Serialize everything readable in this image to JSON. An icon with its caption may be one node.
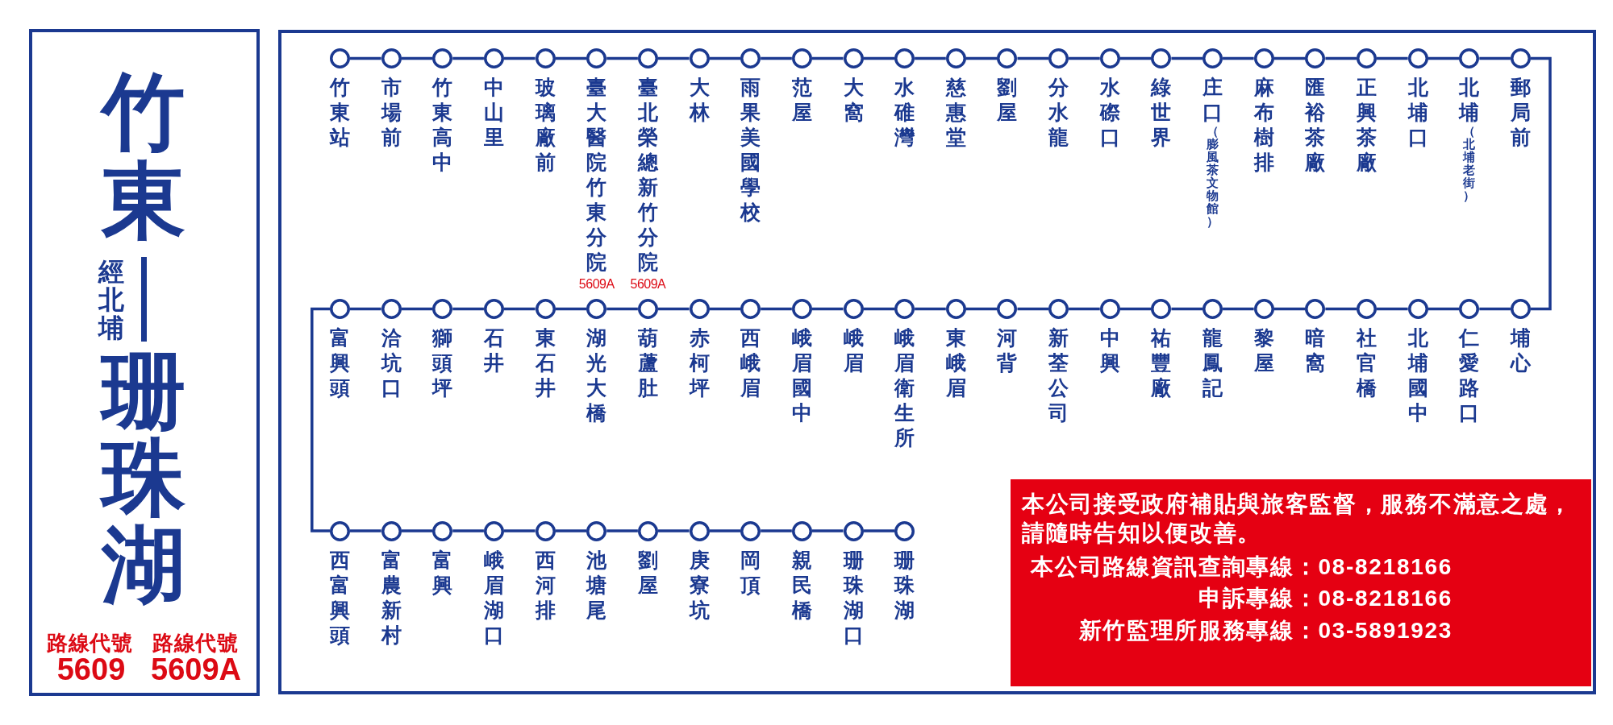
{
  "diagram": {
    "nodes": [
      {
        "text": [
          "竹東",
          "經北埔",
          "珊珠湖",
          "路線代號",
          "5609",
          "路線代號",
          "5609A"
        ]
      },
      {
        "text": [],
        "shape": "box"
      },
      {
        "text": [
          "竹東站"
        ],
        "in": 1
      },
      {
        "text": [
          "市場前"
        ],
        "in": 1
      },
      {
        "text": [
          "竹東高中"
        ],
        "in": 1
      },
      {
        "text": [
          "中山里"
        ],
        "in": 1
      },
      {
        "text": [
          "玻璃廠前"
        ],
        "in": 1
      },
      {
        "text": [
          "臺大醫院竹東分院"
        ],
        "in": 1
      },
      {
        "text": [
          "臺北榮總新竹分院"
        ],
        "in": 1
      },
      {
        "text": [
          "大林"
        ],
        "in": 1
      },
      {
        "text": [
          "雨果美國學校"
        ],
        "in": 1
      },
      {
        "text": [
          "范屋"
        ],
        "in": 1
      },
      {
        "text": [
          "大窩"
        ],
        "in": 1
      },
      {
        "text": [
          "水碓灣"
        ],
        "in": 1
      },
      {
        "text": [
          "慈惠堂"
        ],
        "in": 1
      },
      {
        "text": [
          "劉屋"
        ],
        "in": 1
      },
      {
        "text": [
          "分水龍"
        ],
        "in": 1
      },
      {
        "text": [
          "水磜口"
        ],
        "in": 1
      },
      {
        "text": [
          "綠世界"
        ],
        "in": 1
      },
      {
        "text": [
          "庄口",
          "（膨風茶文物館）"
        ],
        "in": 1
      },
      {
        "text": [
          "麻布樹排"
        ],
        "in": 1
      },
      {
        "text": [
          "匯裕茶廠"
        ],
        "in": 1
      },
      {
        "text": [
          "正興茶廠"
        ],
        "in": 1
      },
      {
        "text": [
          "北埔口"
        ],
        "in": 1
      },
      {
        "text": [
          "北埔",
          "（北埔老街）"
        ],
        "in": 1
      },
      {
        "text": [
          "郵局前"
        ],
        "in": 1
      },
      {
        "text": [
          "埔心"
        ],
        "in": 1
      },
      {
        "text": [
          "仁愛路口"
        ],
        "in": 1
      },
      {
        "text": [
          "北埔國中"
        ],
        "in": 1
      },
      {
        "text": [
          "社官橋"
        ],
        "in": 1
      },
      {
        "text": [
          "暗窩"
        ],
        "in": 1
      },
      {
        "text": [
          "黎屋"
        ],
        "in": 1
      },
      {
        "text": [
          "龍鳳記"
        ],
        "in": 1
      },
      {
        "text": [
          "祐豐廠"
        ],
        "in": 1
      },
      {
        "text": [
          "中興"
        ],
        "in": 1
      },
      {
        "text": [
          "新荃公司"
        ],
        "in": 1
      },
      {
        "text": [
          "河背"
        ],
        "in": 1
      },
      {
        "text": [
          "東峨眉"
        ],
        "in": 1
      },
      {
        "text": [
          "峨眉衛生所"
        ],
        "in": 1
      },
      {
        "text": [
          "峨眉"
        ],
        "in": 1
      },
      {
        "text": [
          "峨眉國中"
        ],
        "in": 1
      },
      {
        "text": [
          "西峨眉"
        ],
        "in": 1
      },
      {
        "text": [
          "赤柯坪"
        ],
        "in": 1
      },
      {
        "text": [
          "葫蘆肚"
        ],
        "in": 1
      },
      {
        "text": [
          "湖光大橋"
        ],
        "in": 1
      },
      {
        "text": [
          "東石井"
        ],
        "in": 1
      },
      {
        "text": [
          "石井"
        ],
        "in": 1
      },
      {
        "text": [
          "獅頭坪"
        ],
        "in": 1
      },
      {
        "text": [
          "洽坑口"
        ],
        "in": 1
      },
      {
        "text": [
          "富興頭"
        ],
        "in": 1
      },
      {
        "text": [
          "西富興頭"
        ],
        "in": 1
      },
      {
        "text": [
          "富農新村"
        ],
        "in": 1
      },
      {
        "text": [
          "富興"
        ],
        "in": 1
      },
      {
        "text": [
          "峨眉湖口"
        ],
        "in": 1
      },
      {
        "text": [
          "西河排"
        ],
        "in": 1
      },
      {
        "text": [
          "池塘尾"
        ],
        "in": 1
      },
      {
        "text": [
          "劉屋"
        ],
        "in": 1
      },
      {
        "text": [
          "庚寮坑"
        ],
        "in": 1
      },
      {
        "text": [
          "岡頂"
        ],
        "in": 1
      },
      {
        "text": [
          "親民橋"
        ],
        "in": 1
      },
      {
        "text": [
          "珊珠湖口"
        ],
        "in": 1
      },
      {
        "text": [
          "珊珠湖"
        ],
        "in": 1
      },
      {
        "text": [
          "本公司接受政府補貼與旅客監督，服務不滿意之處，請隨時告知以便改善。",
          "本公司路線資訊查詢專線：08-8218166",
          "申訴專線：08-8218166",
          "新竹監理所服務專線：03-5891923"
        ],
        "in": 1
      }
    ],
    "edges": [
      {
        "from": 2,
        "to": 3,
        "arrow": "none"
      },
      {
        "from": 3,
        "to": 4,
        "arrow": "none"
      },
      {
        "from": 4,
        "to": 5,
        "arrow": "none"
      },
      {
        "from": 5,
        "to": 6,
        "arrow": "none"
      },
      {
        "from": 6,
        "to": 7,
        "arrow": "none"
      },
      {
        "from": 7,
        "to": 8,
        "arrow": "none"
      },
      {
        "from": 8,
        "to": 9,
        "arrow": "none"
      },
      {
        "from": 9,
        "to": 10,
        "arrow": "none"
      },
      {
        "from": 10,
        "to": 11,
        "arrow": "none"
      },
      {
        "from": 11,
        "to": 12,
        "arrow": "none"
      },
      {
        "from": 12,
        "to": 13,
        "arrow": "none"
      },
      {
        "from": 13,
        "to": 14,
        "arrow": "none"
      },
      {
        "from": 14,
        "to": 15,
        "arrow": "none"
      },
      {
        "from": 15,
        "to": 16,
        "arrow": "none"
      },
      {
        "from": 16,
        "to": 17,
        "arrow": "none"
      },
      {
        "from": 17,
        "to": 18,
        "arrow": "none"
      },
      {
        "from": 18,
        "to": 19,
        "arrow": "none"
      },
      {
        "from": 19,
        "to": 20,
        "arrow": "none"
      },
      {
        "from": 20,
        "to": 21,
        "arrow": "none"
      },
      {
        "from": 21,
        "to": 22,
        "arrow": "none"
      },
      {
        "from": 22,
        "to": 23,
        "arrow": "none"
      },
      {
        "from": 23,
        "to": 24,
        "arrow": "none"
      },
      {
        "from": 24,
        "to": 25,
        "arrow": "none"
      },
      {
        "from": 25,
        "to": 26,
        "arrow": "none"
      },
      {
        "from": 26,
        "to": 27,
        "arrow": "none"
      },
      {
        "from": 27,
        "to": 28,
        "arrow": "none"
      },
      {
        "from": 28,
        "to": 29,
        "arrow": "none"
      },
      {
        "from": 29,
        "to": 30,
        "arrow": "none"
      },
      {
        "from": 30,
        "to": 31,
        "arrow": "none"
      },
      {
        "from": 31,
        "to": 32,
        "arrow": "none"
      },
      {
        "from": 32,
        "to": 33,
        "arrow": "none"
      },
      {
        "from": 33,
        "to": 34,
        "arrow": "none"
      },
      {
        "from": 34,
        "to": 35,
        "arrow": "none"
      },
      {
        "from": 35,
        "to": 36,
        "arrow": "none"
      },
      {
        "from": 36,
        "to": 37,
        "arrow": "none"
      },
      {
        "from": 37,
        "to": 38,
        "arrow": "none"
      },
      {
        "from": 38,
        "to": 39,
        "arrow": "none"
      },
      {
        "from": 39,
        "to": 40,
        "arrow": "none"
      },
      {
        "from": 40,
        "to": 41,
        "arrow": "none"
      },
      {
        "from": 41,
        "to": 42,
        "arrow": "none"
      },
      {
        "from": 42,
        "to": 43,
        "arrow": "none"
      },
      {
        "from": 43,
        "to": 44,
        "arrow": "none"
      },
      {
        "from": 44,
        "to": 45,
        "arrow": "none"
      },
      {
        "from": 45,
        "to": 46,
        "arrow": "none"
      },
      {
        "from": 46,
        "to": 47,
        "arrow": "none"
      },
      {
        "from": 47,
        "to": 48,
        "arrow": "none"
      },
      {
        "from": 48,
        "to": 49,
        "arrow": "none"
      },
      {
        "from": 49,
        "to": 50,
        "arrow": "none"
      },
      {
        "from": 50,
        "to": 51,
        "arrow": "none"
      },
      {
        "from": 51,
        "to": 52,
        "arrow": "none"
      },
      {
        "from": 52,
        "to": 53,
        "arrow": "none"
      },
      {
        "from": 53,
        "to": 54,
        "arrow": "none"
      },
      {
        "from": 54,
        "to": 55,
        "arrow": "none"
      },
      {
        "from": 55,
        "to": 56,
        "arrow": "none"
      },
      {
        "from": 56,
        "to": 57,
        "arrow": "none"
      },
      {
        "from": 57,
        "to": 58,
        "arrow": "none"
      },
      {
        "from": 58,
        "to": 59,
        "arrow": "none"
      },
      {
        "from": 59,
        "to": 60,
        "arrow": "none"
      },
      {
        "from": 60,
        "to": 61,
        "arrow": "none"
      }
    ],
    "labels": [
      "5609A",
      "5609A"
    ]
  }
}
